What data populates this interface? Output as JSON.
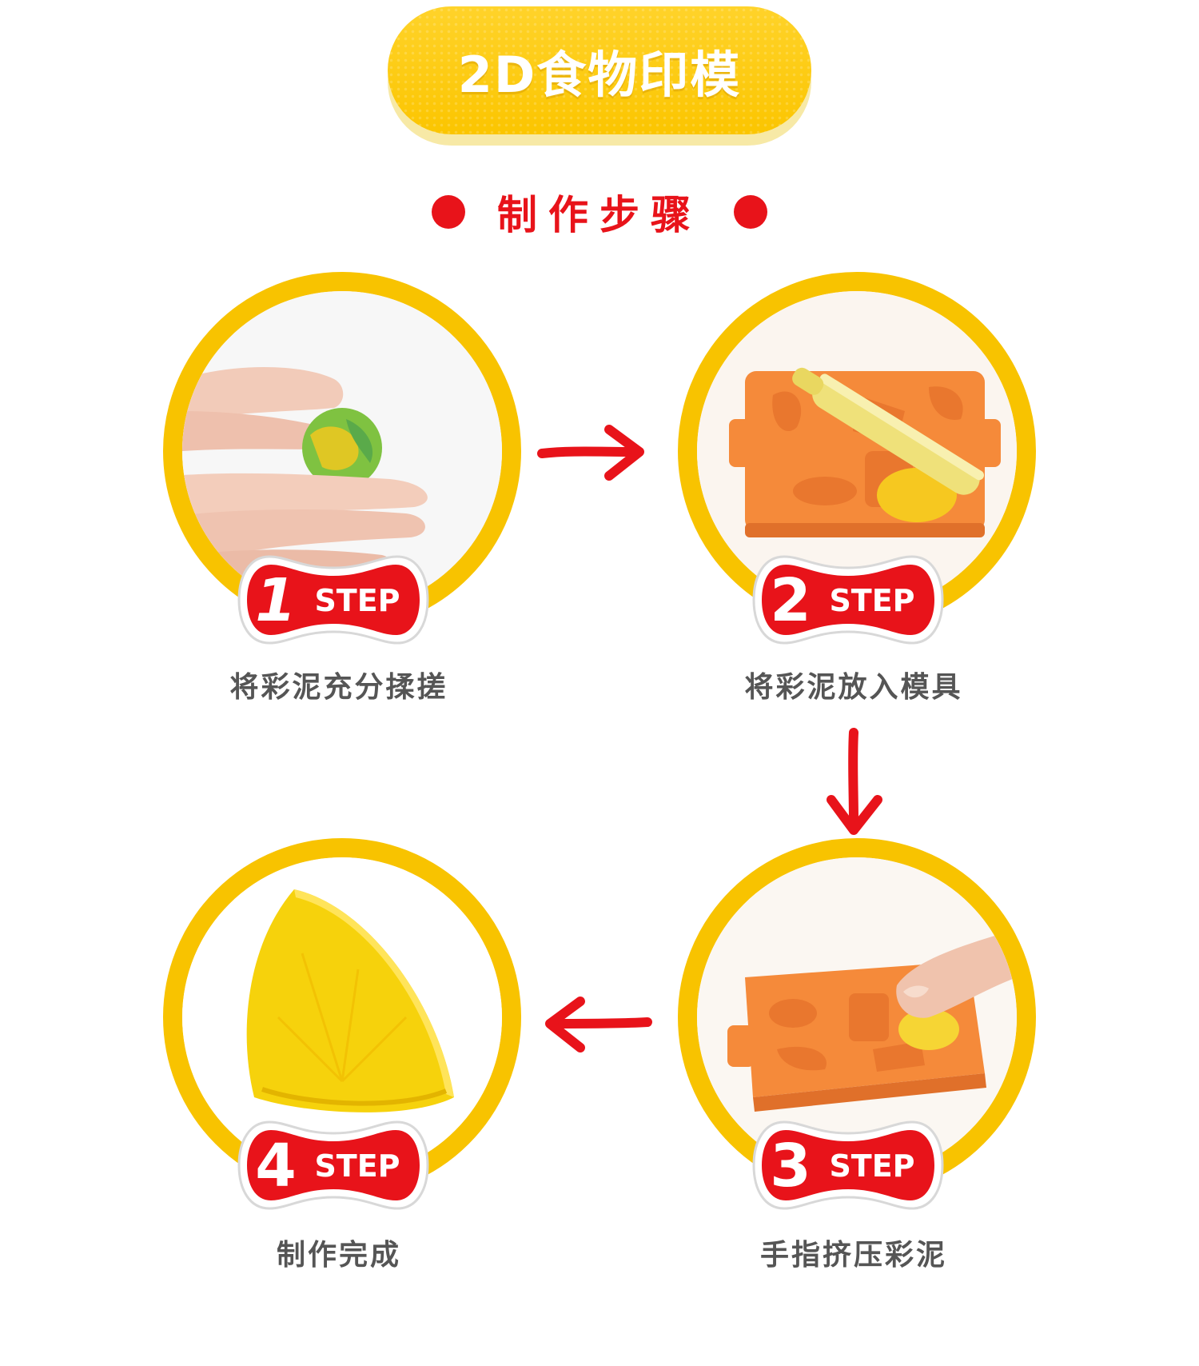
{
  "header": {
    "title": "2D食物印模"
  },
  "section": {
    "heading": "制作步骤"
  },
  "badge_word": "STEP",
  "steps": [
    {
      "number": "1",
      "caption": "将彩泥充分揉搓"
    },
    {
      "number": "2",
      "caption": "将彩泥放入模具"
    },
    {
      "number": "3",
      "caption": "手指挤压彩泥"
    },
    {
      "number": "4",
      "caption": "制作完成"
    }
  ],
  "colors": {
    "accent": "#e8131a",
    "ring": "#f8c300",
    "caption": "#555555"
  }
}
